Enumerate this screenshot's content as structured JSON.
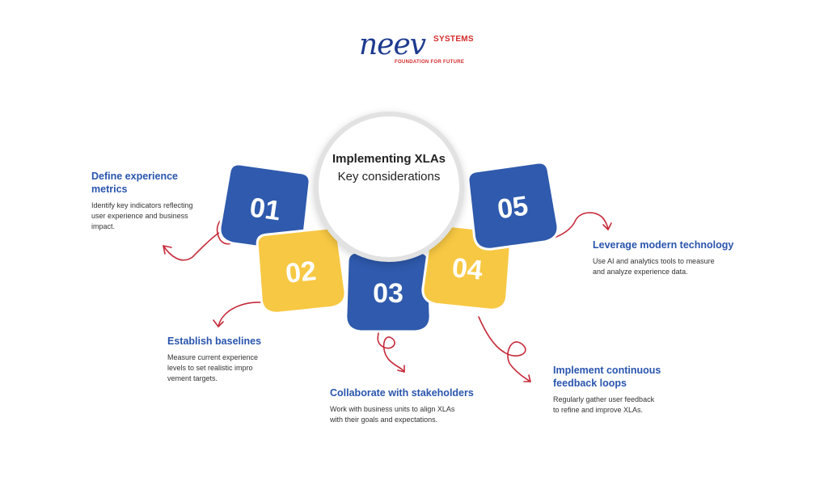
{
  "logo": {
    "main": "neev",
    "systems": "SYSTEMS",
    "tagline": "FOUNDATION FOR FUTURE"
  },
  "center": {
    "title": "Implementing XLAs",
    "subtitle": "Key considerations"
  },
  "colors": {
    "blue": "#2f5aad",
    "yellow": "#f7c843",
    "heading": "#2a55ad",
    "accent_red": "#c62a3a"
  },
  "steps": [
    {
      "number": "01",
      "color": "blue",
      "title_lines": [
        "Define experience",
        "metrics"
      ],
      "text_lines": [
        "Identify key indicators reflecting",
        "user experience and business",
        "impact."
      ]
    },
    {
      "number": "02",
      "color": "yellow",
      "title_lines": [
        "Establish baselines"
      ],
      "text_lines": [
        "Measure current experience",
        "levels to set realistic impro",
        "vement targets."
      ]
    },
    {
      "number": "03",
      "color": "blue",
      "title_lines": [
        "Collaborate with stakeholders"
      ],
      "text_lines": [
        "Work with business units to align XLAs",
        "with their goals and expectations."
      ]
    },
    {
      "number": "04",
      "color": "yellow",
      "title_lines": [
        "Implement continuous",
        "feedback loops"
      ],
      "text_lines": [
        "Regularly gather user feedback",
        "to refine and improve XLAs."
      ]
    },
    {
      "number": "05",
      "color": "blue",
      "title_lines": [
        "Leverage modern technology"
      ],
      "text_lines": [
        "Use AI and analytics tools to measure",
        "and analyze experience data."
      ]
    }
  ]
}
